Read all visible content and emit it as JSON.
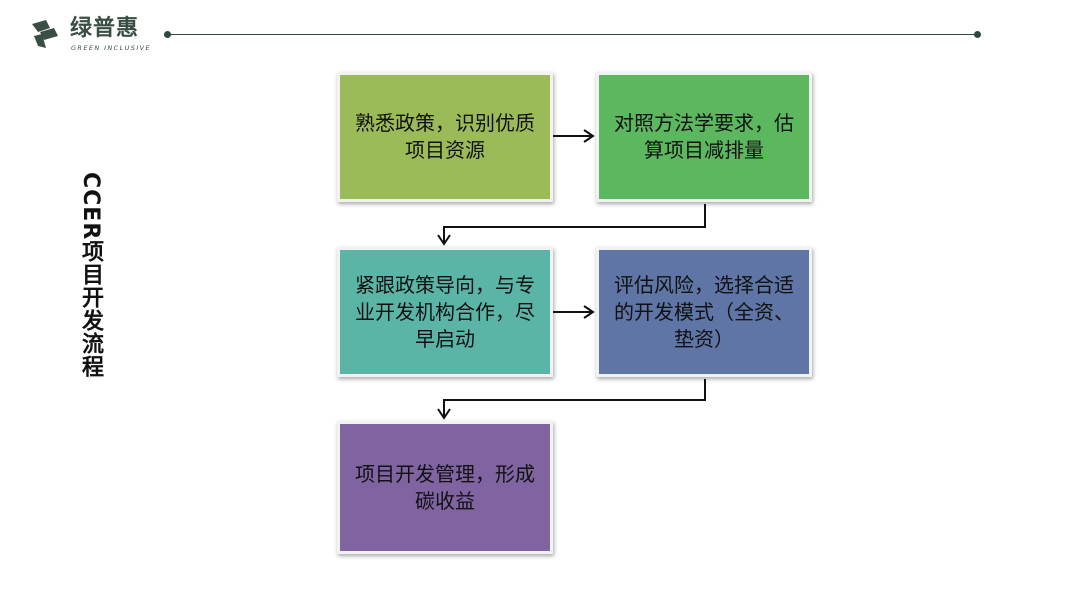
{
  "logo": {
    "name_cn": "绿普惠",
    "name_en": "GREEN INCLUSIVE",
    "icon": "leaf-logo-icon"
  },
  "side_title": "CCER项目开发流程",
  "colors": {
    "step1": "#9bbb59",
    "step2": "#5cb85f",
    "step3": "#5bb5a7",
    "step4": "#5e75a6",
    "step5": "#8064a2",
    "line": "#2f4a3c"
  },
  "flow": {
    "steps": [
      {
        "text": "熟悉政策，识别优质项目资源"
      },
      {
        "text": "对照方法学要求，估算项目减排量"
      },
      {
        "text": "紧跟政策导向，与专业开发机构合作，尽早启动"
      },
      {
        "text": "评估风险，选择合适的开发模式（全资、垫资）"
      },
      {
        "text": "项目开发管理，形成碳收益"
      }
    ]
  }
}
